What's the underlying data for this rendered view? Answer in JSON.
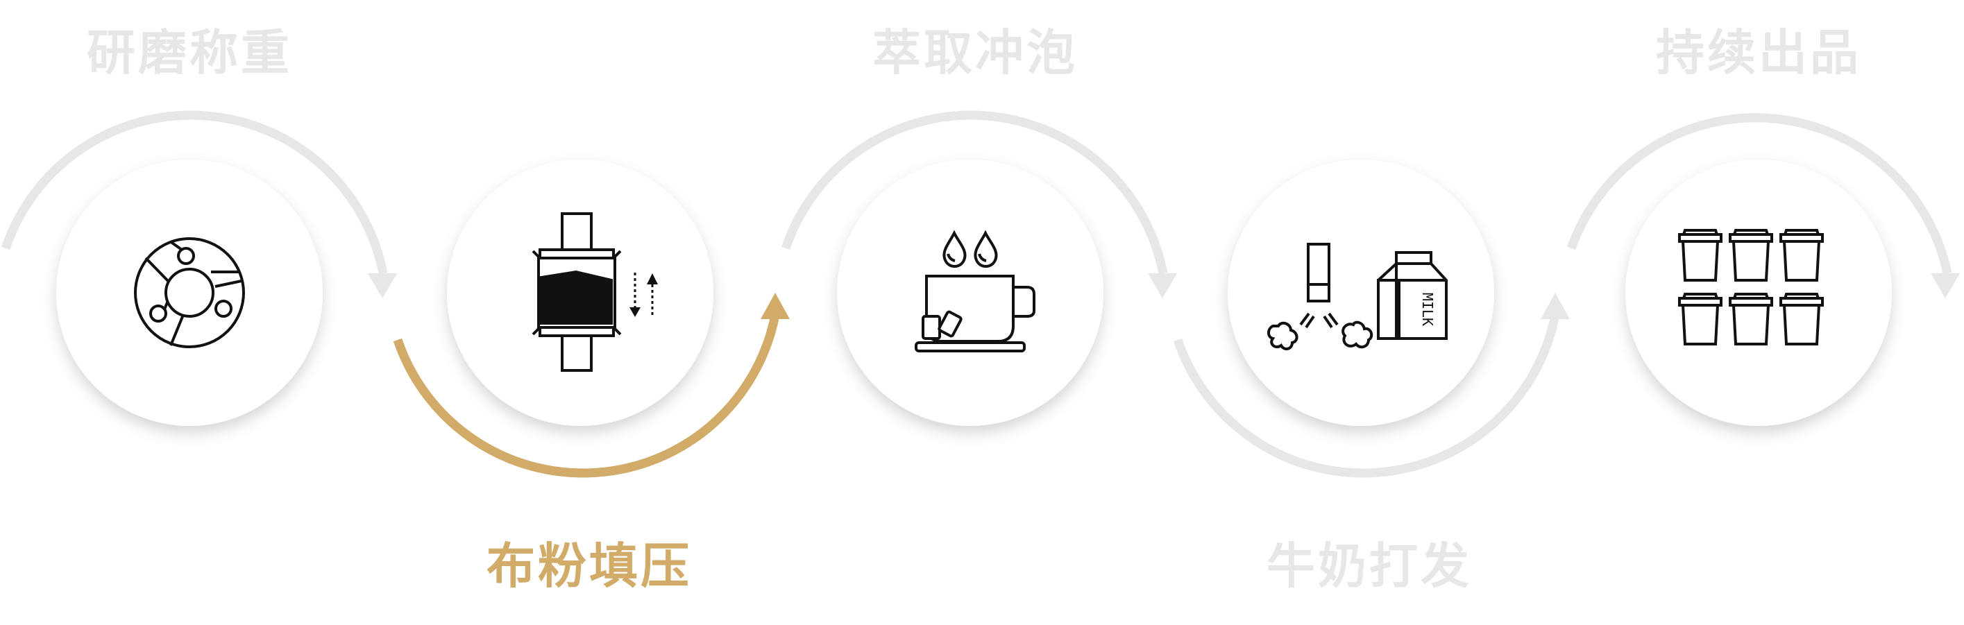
{
  "steps": [
    {
      "label": "研磨称重",
      "icon": "grinder-disc-icon",
      "active": false,
      "label_pos": "top"
    },
    {
      "label": "布粉填压",
      "icon": "tamper-press-icon",
      "active": true,
      "label_pos": "bottom"
    },
    {
      "label": "萃取冲泡",
      "icon": "coffee-cup-icon",
      "active": false,
      "label_pos": "top"
    },
    {
      "label": "牛奶打发",
      "icon": "milk-steam-icon",
      "active": false,
      "label_pos": "bottom"
    },
    {
      "label": "持续出品",
      "icon": "cups-grid-icon",
      "active": false,
      "label_pos": "top"
    }
  ],
  "milk_carton_text": "MILK",
  "colors": {
    "active": "#d1ab67",
    "inactive": "#e7e7e7",
    "icon": "#111111",
    "circle_fill": "#ffffff"
  }
}
